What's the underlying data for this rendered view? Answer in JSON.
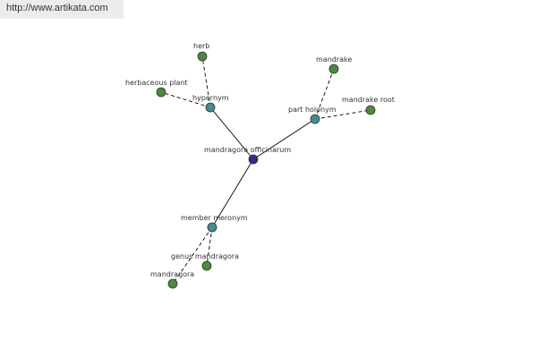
{
  "watermark": {
    "url": "http://www.artikata.com"
  },
  "colors": {
    "center": "#2f2f86",
    "relation": "#3f8f8f",
    "term": "#4c8a3c",
    "edge": "#000000"
  },
  "graph": {
    "center": {
      "label": "mandragora officinarum"
    },
    "relations": [
      {
        "key": "hypernym",
        "label": "hypernym",
        "terms": [
          {
            "label": "herb"
          },
          {
            "label": "herbaceous plant"
          }
        ]
      },
      {
        "key": "part-holonym",
        "label": "part holonym",
        "terms": [
          {
            "label": "mandrake"
          },
          {
            "label": "mandrake root"
          }
        ]
      },
      {
        "key": "member-meronym",
        "label": "member meronym",
        "terms": [
          {
            "label": "genus mandragora"
          },
          {
            "label": "mandragora"
          }
        ]
      }
    ]
  }
}
